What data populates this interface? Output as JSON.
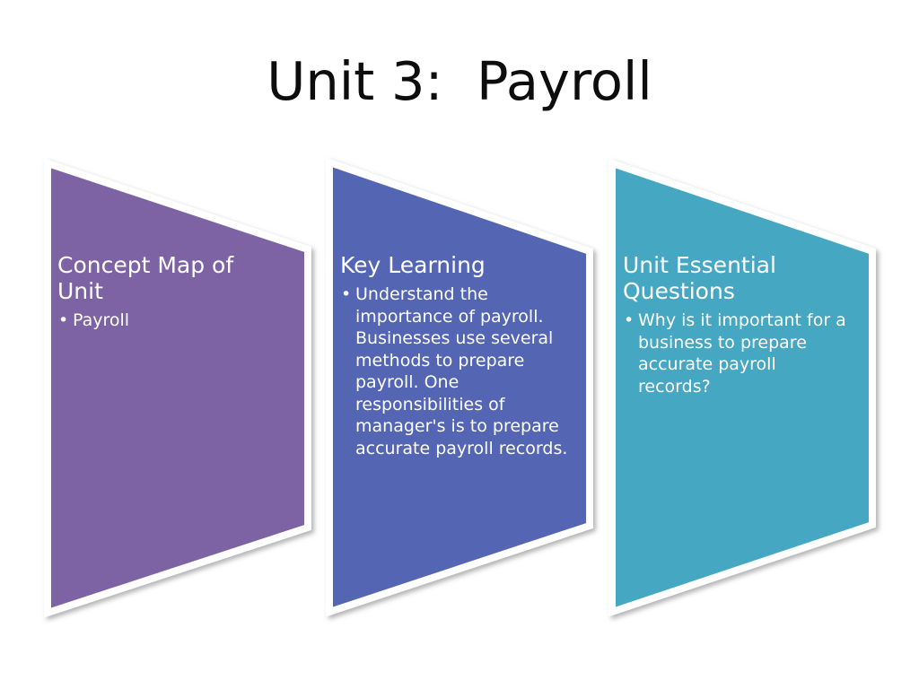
{
  "slide": {
    "title": "Unit 3:  Payroll",
    "background_color": "#ffffff",
    "title_color": "#0d0d0d"
  },
  "panels": [
    {
      "id": "concept-map-of-unit",
      "heading": "Concept Map of Unit",
      "color": "#7d64a4",
      "shadow_color": "#c8c8c8",
      "border_color": "#ffffff",
      "bullet_glyph": "•",
      "items": [
        "Payroll"
      ]
    },
    {
      "id": "key-learning",
      "heading": "Key Learning",
      "color": "#5265b3",
      "shadow_color": "#c8c8c8",
      "border_color": "#ffffff",
      "bullet_glyph": "•",
      "items": [
        "Understand the importance of payroll.  Businesses use several methods to prepare payroll.  One responsibilities of manager's is to prepare accurate payroll records."
      ]
    },
    {
      "id": "unit-essential-questions",
      "heading": "Unit Essential Questions",
      "color": "#45a7c2",
      "shadow_color": "#c8c8c8",
      "border_color": "#ffffff",
      "bullet_glyph": "•",
      "items": [
        "Why is it important for a business to prepare accurate payroll records?"
      ]
    }
  ]
}
